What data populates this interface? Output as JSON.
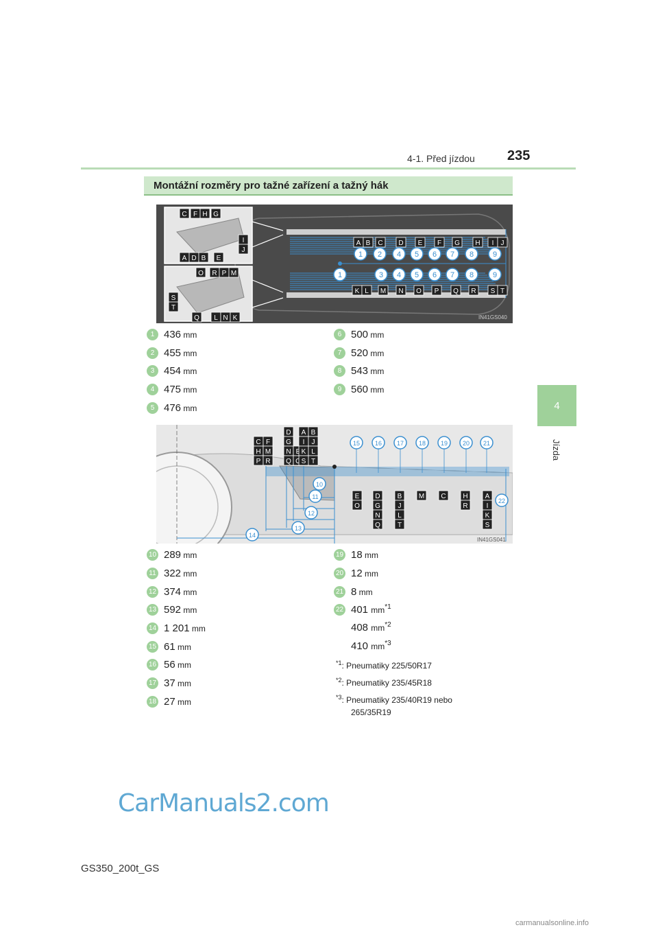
{
  "header": {
    "section": "4-1. Před jízdou",
    "page_number": "235"
  },
  "side_tab": {
    "number": "4",
    "label": "Jízda"
  },
  "section_title": "Montážní rozměry pro tažné zařízení a tažný hák",
  "diagram1": {
    "code": "IN41GS040",
    "insetA_labels": [
      "C",
      "F",
      "H",
      "G",
      "I",
      "J",
      "A",
      "D",
      "B",
      "E"
    ],
    "insetB_labels": [
      "O",
      "R",
      "P",
      "M",
      "S",
      "T",
      "Q",
      "L",
      "N",
      "K"
    ],
    "top_letters": [
      "A",
      "B",
      "C",
      "D",
      "E",
      "F",
      "G",
      "H",
      "I",
      "J"
    ],
    "bottom_letters": [
      "K",
      "L",
      "M",
      "N",
      "O",
      "P",
      "Q",
      "R",
      "S",
      "T"
    ],
    "top_numbers": [
      "1",
      "2",
      "4",
      "5",
      "6",
      "7",
      "8",
      "9"
    ],
    "bottom_numbers": [
      "1",
      "3",
      "4",
      "5",
      "6",
      "7",
      "8",
      "9"
    ]
  },
  "dimensions1": [
    {
      "num": "1",
      "value": "436",
      "unit": "mm"
    },
    {
      "num": "2",
      "value": "455",
      "unit": "mm"
    },
    {
      "num": "3",
      "value": "454",
      "unit": "mm"
    },
    {
      "num": "4",
      "value": "475",
      "unit": "mm"
    },
    {
      "num": "5",
      "value": "476",
      "unit": "mm"
    },
    {
      "num": "6",
      "value": "500",
      "unit": "mm"
    },
    {
      "num": "7",
      "value": "520",
      "unit": "mm"
    },
    {
      "num": "8",
      "value": "543",
      "unit": "mm"
    },
    {
      "num": "9",
      "value": "560",
      "unit": "mm"
    }
  ],
  "diagram2": {
    "code": "IN41GS041",
    "grid1": [
      "C",
      "F",
      "H",
      "M",
      "P",
      "R"
    ],
    "grid2": [
      "D",
      "G",
      "N",
      "E",
      "Q",
      "O"
    ],
    "grid3": [
      "A",
      "B",
      "I",
      "J",
      "K",
      "L",
      "S",
      "T"
    ],
    "top_numbers": [
      "15",
      "16",
      "17",
      "18",
      "19",
      "20",
      "21"
    ],
    "left_numbers": [
      "10",
      "11",
      "12",
      "13",
      "14"
    ],
    "right_number": "22",
    "col_E": [
      "E",
      "O"
    ],
    "col_D": [
      "D",
      "G",
      "N",
      "Q"
    ],
    "col_B": [
      "B",
      "J",
      "L",
      "T"
    ],
    "col_M": [
      "M"
    ],
    "col_C": [
      "C"
    ],
    "col_H": [
      "H",
      "R"
    ],
    "col_A": [
      "A",
      "I",
      "K",
      "S"
    ]
  },
  "dimensions2": [
    {
      "num": "10",
      "value": "289",
      "unit": "mm"
    },
    {
      "num": "11",
      "value": "322",
      "unit": "mm"
    },
    {
      "num": "12",
      "value": "374",
      "unit": "mm"
    },
    {
      "num": "13",
      "value": "592",
      "unit": "mm"
    },
    {
      "num": "14",
      "value": "1 201",
      "unit": "mm"
    },
    {
      "num": "15",
      "value": "61",
      "unit": "mm"
    },
    {
      "num": "16",
      "value": "56",
      "unit": "mm"
    },
    {
      "num": "17",
      "value": "37",
      "unit": "mm"
    },
    {
      "num": "18",
      "value": "27",
      "unit": "mm"
    },
    {
      "num": "19",
      "value": "18",
      "unit": "mm"
    },
    {
      "num": "20",
      "value": "12",
      "unit": "mm"
    },
    {
      "num": "21",
      "value": "8",
      "unit": "mm"
    }
  ],
  "dimension22": {
    "num": "22",
    "values": [
      {
        "value": "401",
        "unit": "mm",
        "ref": "*1"
      },
      {
        "value": "408",
        "unit": "mm",
        "ref": "*2"
      },
      {
        "value": "410",
        "unit": "mm",
        "ref": "*3"
      }
    ]
  },
  "notes": [
    {
      "ref": "*1",
      "text": ": Pneumatiky 225/50R17"
    },
    {
      "ref": "*2",
      "text": ": Pneumatiky 235/45R18"
    },
    {
      "ref": "*3",
      "text": ": Pneumatiky 235/40R19 nebo",
      "text2": "265/35R19"
    }
  ],
  "footer": {
    "model": "GS350_200t_GS"
  },
  "watermarks": {
    "main": "CarManuals2.com",
    "secondary": "carmanualsonline.info"
  }
}
